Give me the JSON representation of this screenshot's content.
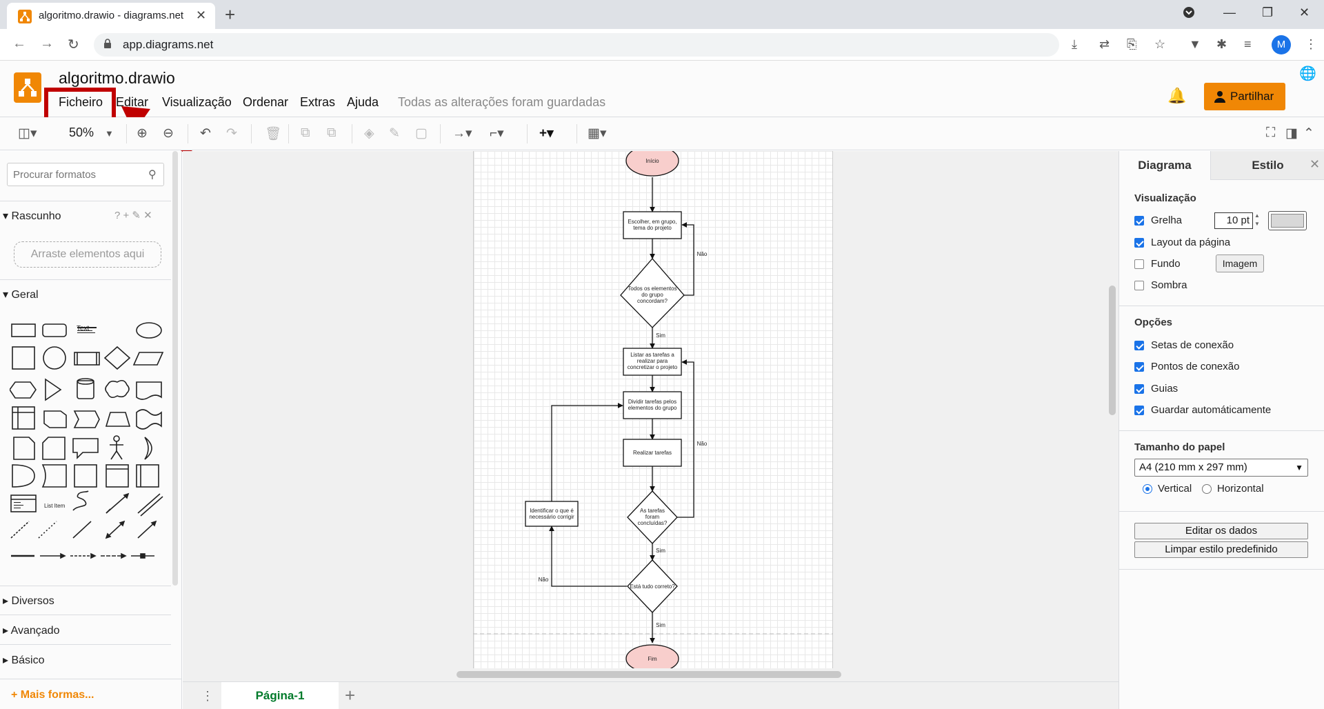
{
  "browser": {
    "tab_title": "algoritmo.drawio - diagrams.net",
    "url": "app.diagrams.net",
    "profile_initial": "M"
  },
  "app": {
    "doc_title": "algoritmo.drawio",
    "menu": [
      "Ficheiro",
      "Editar",
      "Visualização",
      "Ordenar",
      "Extras",
      "Ajuda"
    ],
    "saved_status": "Todas as alterações foram guardadas",
    "share_label": "Partilhar",
    "accent": "#f08705",
    "highlight_color": "#c00000"
  },
  "toolbar": {
    "zoom": "50%"
  },
  "left_panel": {
    "search_placeholder": "Procurar formatos",
    "scratchpad": "Rascunho",
    "scratchpad_icons": "? + ✎ ✕",
    "drop_hint": "Arraste elementos aqui",
    "general": "Geral",
    "shape_text_label": "Text",
    "shape_list_label": "List Item",
    "sections": [
      "Diversos",
      "Avançado",
      "Básico"
    ],
    "more_shapes": "+ Mais formas..."
  },
  "diagram": {
    "start": "Início",
    "end": "Fim",
    "step1": [
      "Escolher, em grupo,",
      "tema do projeto"
    ],
    "decision1": [
      "Todos os elementos",
      "do grupo",
      "concordam?"
    ],
    "step2": [
      "Listar as tarefas a",
      "realizar para",
      "concretizar o projeto"
    ],
    "step3": [
      "Dividir tarefas pelos",
      "elementos do grupo"
    ],
    "step4": "Realizar tarefas",
    "decision2": [
      "As tarefas",
      "foram",
      "concluídas?"
    ],
    "decision3": "Está tudo correto?",
    "fix": [
      "Identificar o que é",
      "necessário corrigir"
    ],
    "yes": "Sim",
    "no": "Não"
  },
  "page_tabs": {
    "page1": "Página-1"
  },
  "right_panel": {
    "tab_diagram": "Diagrama",
    "tab_style": "Estilo",
    "view_section": "Visualização",
    "grid": "Grelha",
    "grid_size": "10 pt",
    "page_layout": "Layout da página",
    "background": "Fundo",
    "image_btn": "Imagem",
    "shadow": "Sombra",
    "options_section": "Opções",
    "connection_arrows": "Setas de conexão",
    "connection_points": "Pontos de conexão",
    "guides": "Guias",
    "autosave": "Guardar automáticamente",
    "paper_section": "Tamanho do papel",
    "paper_size": "A4 (210 mm x 297 mm)",
    "portrait": "Vertical",
    "landscape": "Horizontal",
    "edit_data": "Editar os dados",
    "clear_style": "Limpar estilo predefinido"
  }
}
